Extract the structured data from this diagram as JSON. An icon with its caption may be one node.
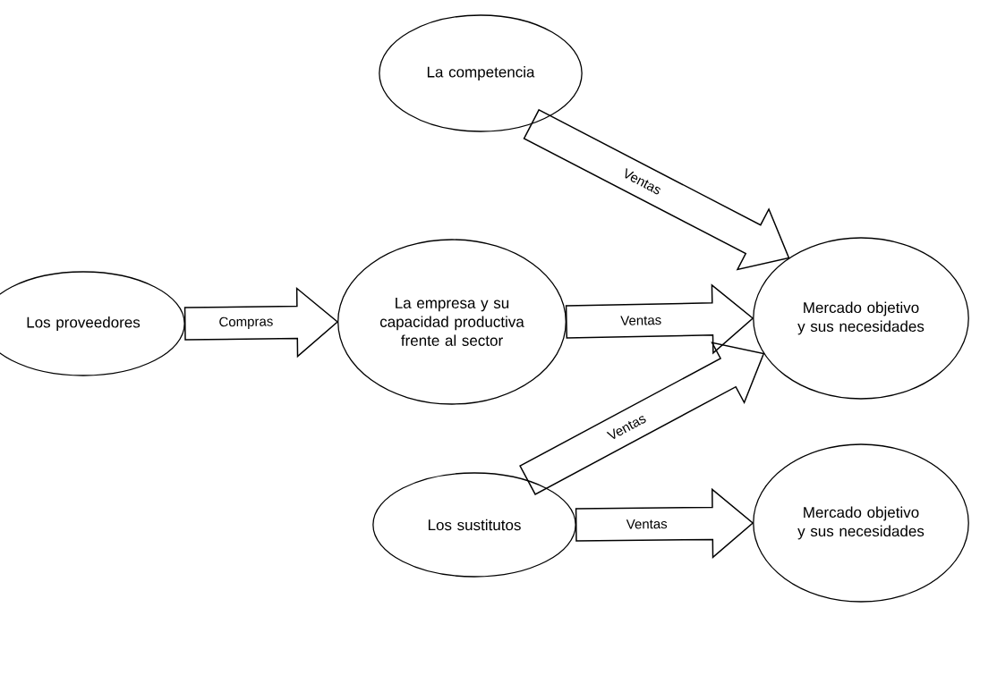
{
  "diagram": {
    "nodes": [
      {
        "text": [
          "La competencia"
        ]
      },
      {
        "text": [
          "Los proveedores"
        ]
      },
      {
        "text": [
          "La empresa y su capacidad productiva frente al sector"
        ]
      },
      {
        "text": [
          "Mercado objetivo y sus necesidades"
        ]
      },
      {
        "text": [
          "Los sustitutos"
        ]
      },
      {
        "text": [
          "Mercado objetivo y sus necesidades"
        ]
      }
    ],
    "edges": [
      {
        "from": 1,
        "to": 2,
        "arrow": "to",
        "label": "Compras"
      },
      {
        "from": 0,
        "to": 3,
        "arrow": "to",
        "label": "Ventas"
      },
      {
        "from": 2,
        "to": 3,
        "arrow": "to",
        "label": "Ventas"
      },
      {
        "from": 4,
        "to": 3,
        "arrow": "to",
        "label": "Ventas"
      },
      {
        "from": 4,
        "to": 5,
        "arrow": "to",
        "label": "Ventas"
      }
    ]
  }
}
